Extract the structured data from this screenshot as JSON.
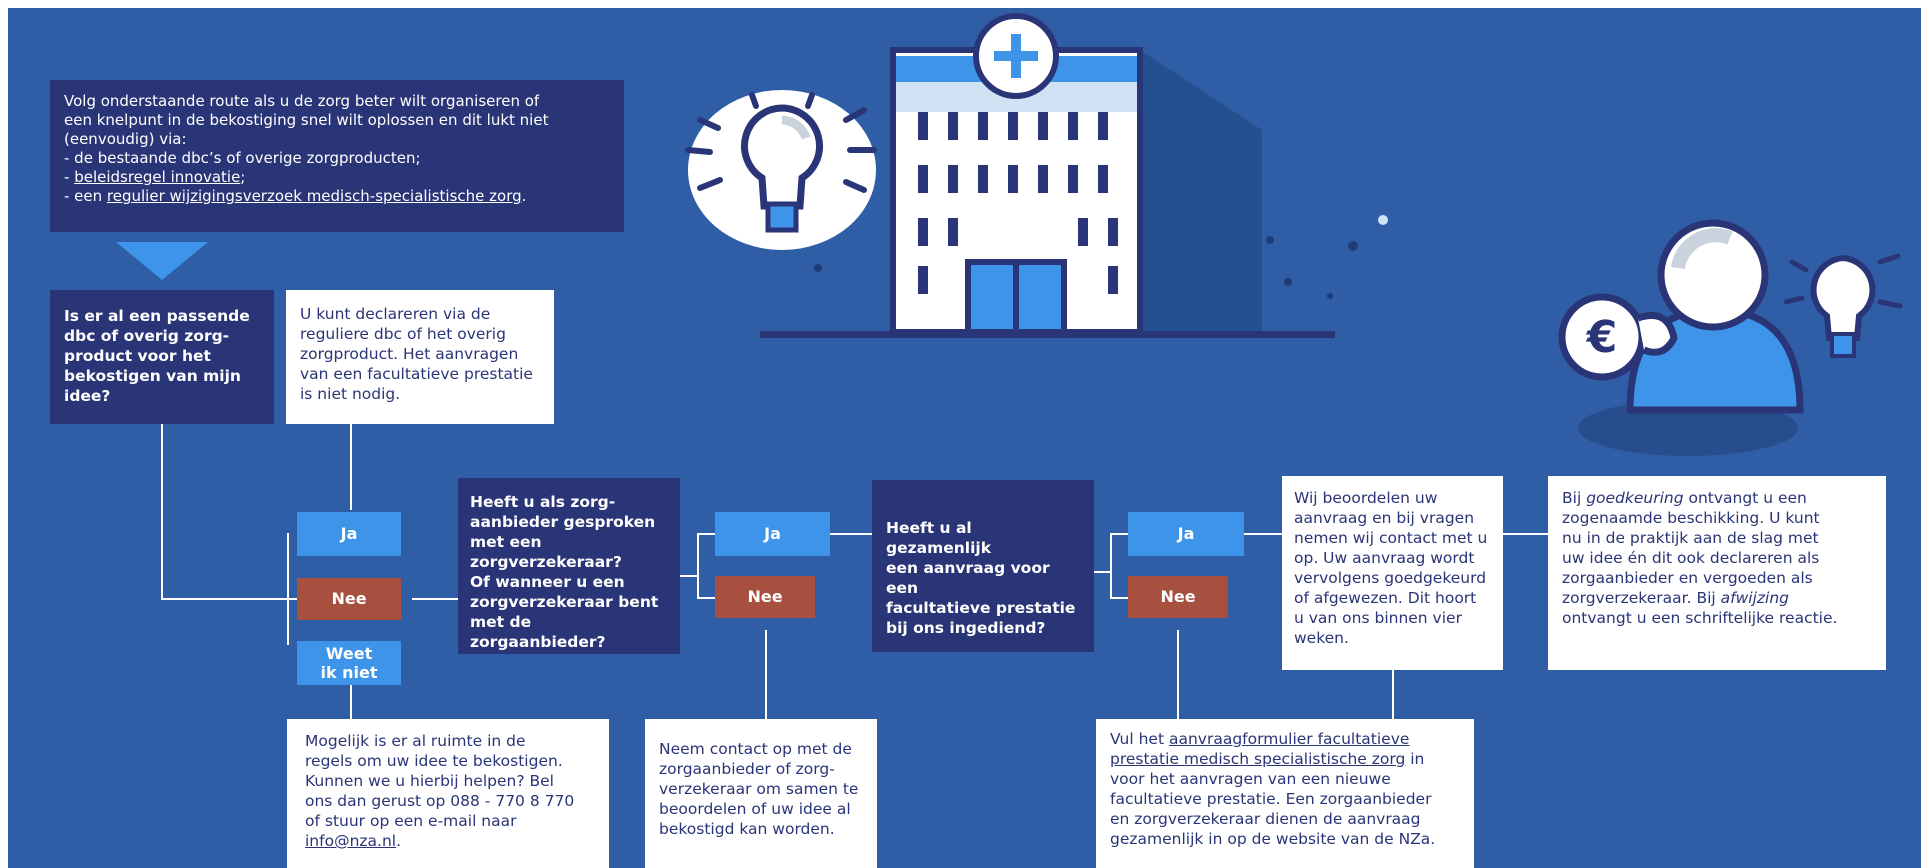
{
  "intro": {
    "line1": "Volg onderstaande route als u de zorg beter wilt organiseren of",
    "line2": "een knelpunt in de bekostiging snel wilt oplossen en dit lukt niet",
    "line3": "(eenvoudig) via:",
    "item1": "- de bestaande dbc’s of overige zorgproducten;",
    "item2_prefix": "- ",
    "item2_link": "beleidsregel innovatie",
    "item2_suffix": ";",
    "item3_prefix": "- een ",
    "item3_link": "regulier wijzigingsverzoek medisch-specialistische zorg",
    "item3_suffix": "."
  },
  "q1": {
    "l1": "Is er al een passende",
    "l2": "dbc of overig zorg-",
    "l3": "product voor het",
    "l4": "bekostigen van mijn",
    "l5": "idee?"
  },
  "ans1": {
    "l1": "U kunt declareren via de",
    "l2": "reguliere dbc of het overig",
    "l3": "zorgproduct. Het aanvragen",
    "l4": "van een facultatieve prestatie",
    "l5": "is niet nodig."
  },
  "buttons": {
    "ja": "Ja",
    "nee": "Nee",
    "weet1": "Weet",
    "weet2": "ik niet"
  },
  "q2": {
    "l1": "Heeft u als zorg-",
    "l2": "aanbieder gesproken",
    "l3": "met een",
    "l4": "zorgverzekeraar?",
    "l5": "Of wanneer u een",
    "l6": "zorgverzekeraar bent",
    "l7": "met de zorgaanbieder?"
  },
  "q3": {
    "l1": "Heeft u al gezamenlijk",
    "l2": "een aanvraag voor een",
    "l3": "facultatieve prestatie",
    "l4": "bij ons ingediend?"
  },
  "review": {
    "l1": "Wij beoordelen uw",
    "l2": "aanvraag en bij vragen",
    "l3": "nemen wij contact met u",
    "l4": "op. Uw aanvraag wordt",
    "l5": "vervolgens goedgekeurd",
    "l6": "of afgewezen. Dit hoort",
    "l7": "u van ons binnen vier",
    "l8": "weken."
  },
  "approval": {
    "l1_pre": "Bij ",
    "l1_em": "goedkeuring",
    "l1_post": " ontvangt u een",
    "l2": "zogenaamde beschikking. U kunt",
    "l3": "nu in de praktijk aan de slag met",
    "l4": "uw idee én dit ook declareren als",
    "l5": "zorgaanbieder en vergoeden als",
    "l6": "zorgverzekeraar. Bij",
    "l7_em": "afwijzing",
    "l7_post": "",
    "l8": "ontvangt u een schriftelijke reactie."
  },
  "weet_answer": {
    "l1": "Mogelijk is er al ruimte in de",
    "l2": "regels om uw idee te bekostigen.",
    "l3": "Kunnen we u hierbij helpen? Bel",
    "l4": "ons dan gerust op 088 - 770 8 770",
    "l5": "of stuur op een e-mail naar",
    "l6_link": "info@nza.nl",
    "l6_suffix": "."
  },
  "contact": {
    "l1": "Neem contact op met de",
    "l2": "zorgaanbieder of zorg-",
    "l3": "verzekeraar om samen te",
    "l4": "beoordelen of uw idee al",
    "l5": "bekostigd kan worden."
  },
  "form": {
    "l1_pre": "Vul het ",
    "l1_link": "aanvraagformulier facultatieve",
    "l2_link": "prestatie medisch specialistische zorg",
    "l2_post": " in",
    "l3": "voor het aanvragen van een nieuwe",
    "l4": "facultatieve prestatie. Een zorgaanbieder",
    "l5": "en zorgverzekeraar dienen de aanvraag",
    "l6": "gezamenlijk in op de website van de NZa."
  },
  "colors": {
    "background": "#2f5ea6",
    "dark_box": "#2a3577",
    "ja": "#3d94e8",
    "nee": "#a7503f",
    "text_dark": "#2a3577"
  }
}
